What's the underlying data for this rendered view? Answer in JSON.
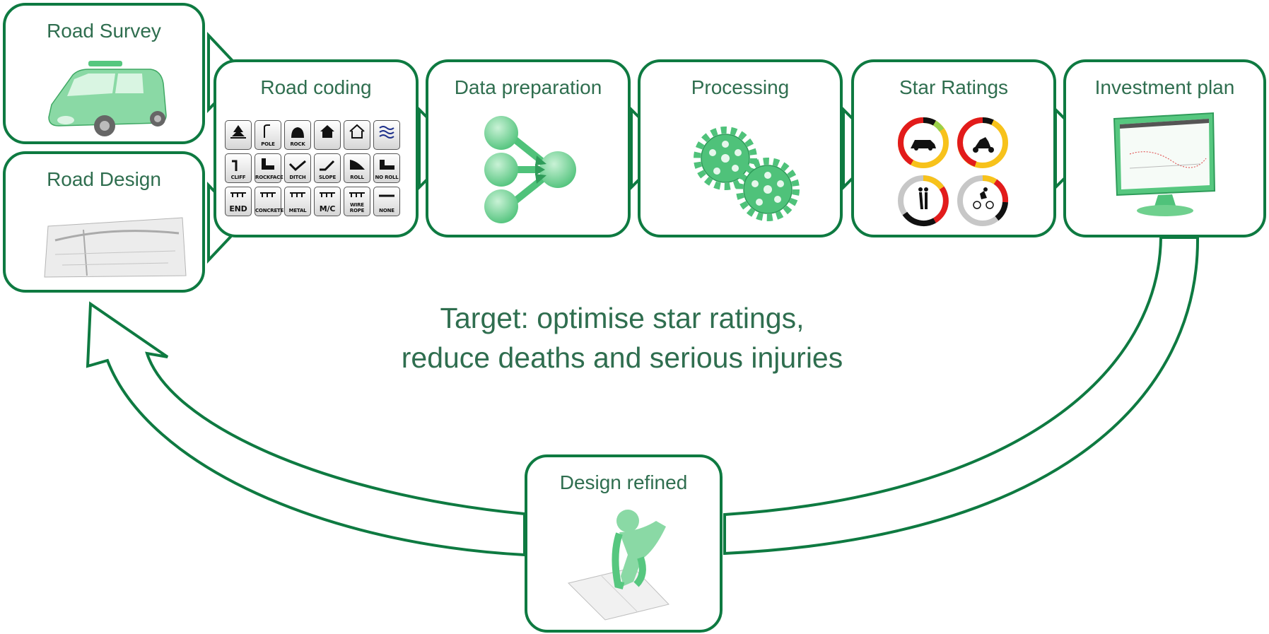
{
  "stages": {
    "road_survey": "Road Survey",
    "road_design": "Road Design",
    "road_coding": "Road coding",
    "data_preparation": "Data preparation",
    "processing": "Processing",
    "star_ratings": "Star Ratings",
    "investment_plan": "Investment plan",
    "design_refined": "Design refined"
  },
  "target": {
    "line1": "Target: optimise star ratings,",
    "line2": "reduce deaths and serious injuries"
  },
  "road_codes": [
    "",
    "POLE",
    "ROCK",
    "",
    "",
    "",
    "CLIFF",
    "ROCKFACE",
    "DITCH",
    "SLOPE",
    "ROLL",
    "NO ROLL",
    "END",
    "CONCRETE",
    "METAL",
    "M/C",
    "WIRE ROPE",
    "NONE"
  ],
  "colors": {
    "stroke": "#0e7a41",
    "text": "#2f6e4f",
    "fill_light": "#9fe3b6",
    "fill_mid": "#56c77f"
  }
}
